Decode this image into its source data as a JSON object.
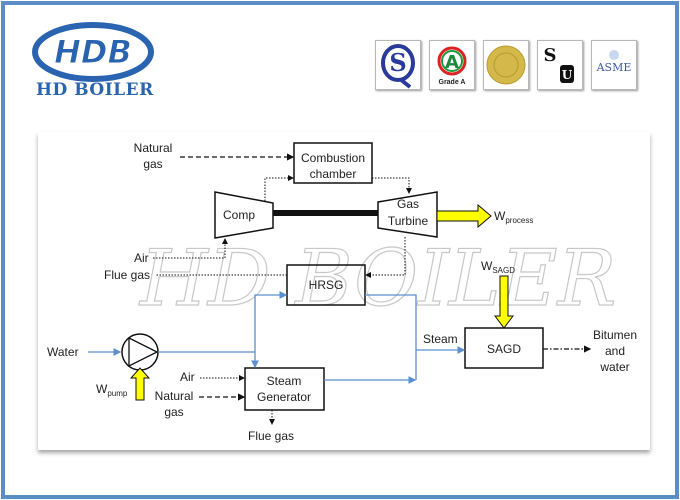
{
  "header": {
    "logo_text": "HDB",
    "brand_name": "HD BOILER",
    "certifications": [
      {
        "icon": "s-certification-icon",
        "label": ""
      },
      {
        "icon": "grade-a-icon",
        "label": "Grade A"
      },
      {
        "icon": "gold-seal-icon",
        "label": ""
      },
      {
        "icon": "su-stamp-icon",
        "label": ""
      },
      {
        "icon": "asme-icon",
        "label": "ASME"
      }
    ]
  },
  "watermark": "HD BOILER",
  "diagram": {
    "nodes": {
      "combustion": [
        "Combustion",
        "chamber"
      ],
      "comp": "Comp",
      "turbine": [
        "Gas",
        "Turbine"
      ],
      "hrsg": "HRSG",
      "steam_generator": [
        "Steam",
        "Generator"
      ],
      "sagd": "SAGD"
    },
    "labels": {
      "natural_gas_top": [
        "Natural",
        "gas"
      ],
      "air_top": "Air",
      "flue_gas_top": "Flue gas",
      "w_process": "W",
      "w_process_sub": "process",
      "w_sagd": "W",
      "w_sagd_sub": "SAGD",
      "water": "Water",
      "w_pump": "W",
      "w_pump_sub": "pump",
      "air_bottom": "Air",
      "natural_gas_bottom": [
        "Natural",
        "gas"
      ],
      "flue_gas_bottom": "Flue gas",
      "steam": "Steam",
      "bitumen": [
        "Bitumen",
        "and",
        "water"
      ]
    },
    "colors": {
      "water_steam": "#5b8fd0",
      "work": "#ffff00",
      "frame": "#5b8ec4"
    }
  }
}
